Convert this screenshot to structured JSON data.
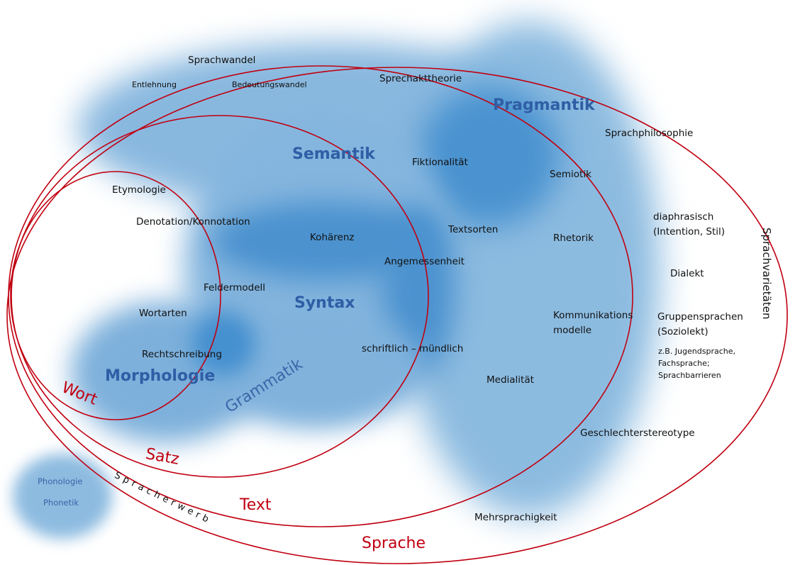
{
  "diagram": {
    "title": "Sprache – Sprachwissenschaftliche Teilbereiche",
    "colors": {
      "ring": "#c00010",
      "blob_light": "#8dbbe0",
      "blob_dark": "#3d8ccd",
      "heading_blue": "#2f5ea6"
    },
    "rings": [
      {
        "id": "wort",
        "label": "Wort"
      },
      {
        "id": "satz",
        "label": "Satz"
      },
      {
        "id": "text",
        "label": "Text"
      },
      {
        "id": "sprache",
        "label": "Sprache"
      }
    ],
    "fields": {
      "semantik": "Semantik",
      "syntax": "Syntax",
      "morphologie": "Morphologie",
      "pragmantik": "Pragmantik",
      "grammatik": "Grammatik"
    },
    "phonology": {
      "phonologie": "Phonologie",
      "phonetik": "Phonetik"
    },
    "spracherwerb": "Spracherwerb",
    "sprachvarietaeten": "Sprachvarietäten",
    "terms": {
      "sprachwandel": "Sprachwandel",
      "entlehnung": "Entlehnung",
      "bedeutungswandel": "Bedeutungswandel",
      "sprechakttheorie": "Sprechakttheorie",
      "sprachphilosophie": "Sprachphilosophie",
      "fiktionalitaet": "Fiktionalität",
      "semiotik": "Semiotik",
      "etymologie": "Etymologie",
      "denotation": "Denotation/Konnotation",
      "kohaerenz": "Kohärenz",
      "textsorten": "Textsorten",
      "rhetorik": "Rhetorik",
      "angemessenheit": "Angemessenheit",
      "feldermodell": "Feldermodell",
      "wortarten": "Wortarten",
      "rechtschreibung": "Rechtschreibung",
      "schriftlich_muendlich": "schriftlich – mündlich",
      "kommunikationsmodelle": "Kommunikations\nmodelle",
      "medialitaet": "Medialität",
      "geschlechterstereotype": "Geschlechterstereotype",
      "mehrsprachigkeit": "Mehrsprachigkeit",
      "diaphrasisch": "diaphrasisch\n(Intention, Stil)",
      "dialekt": "Dialekt",
      "gruppensprachen": "Gruppensprachen\n(Soziolekt)",
      "gruppensprachen_examples": "z.B. Jugendsprache,\nFachsprache;\nSprachbarrieren"
    }
  }
}
